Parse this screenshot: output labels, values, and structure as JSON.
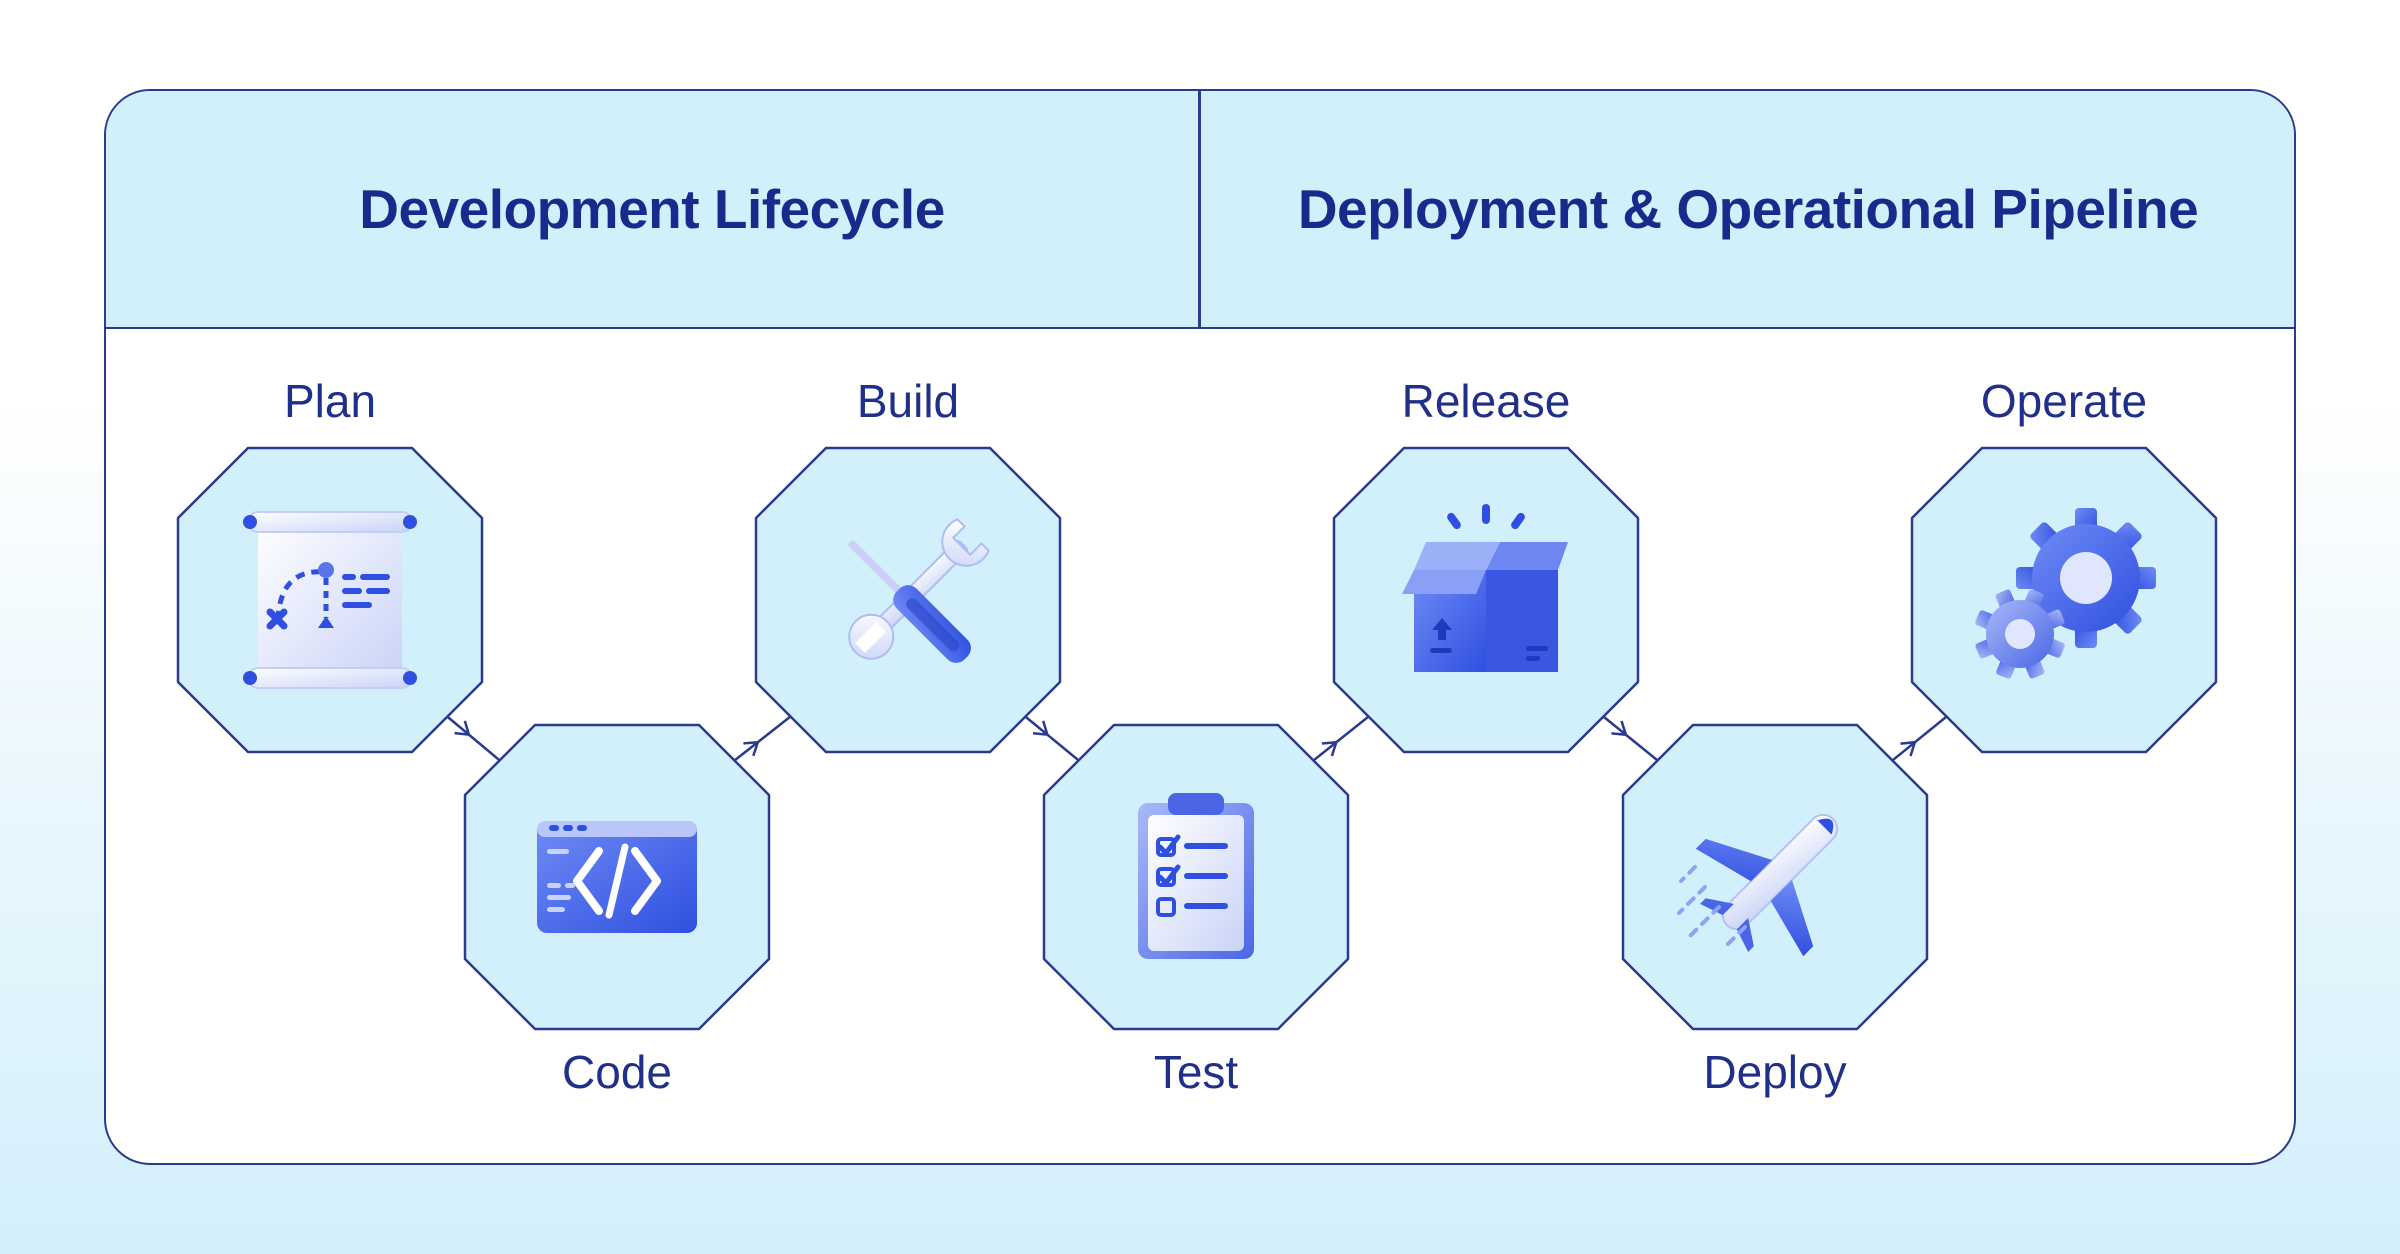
{
  "headers": {
    "left": "Development Lifecycle",
    "right": "Deployment & Operational Pipeline"
  },
  "stages": [
    {
      "label": "Plan",
      "icon": "roadmap-scroll-icon"
    },
    {
      "label": "Code",
      "icon": "code-window-icon"
    },
    {
      "label": "Build",
      "icon": "wrench-screwdriver-icon"
    },
    {
      "label": "Test",
      "icon": "checklist-clipboard-icon"
    },
    {
      "label": "Release",
      "icon": "package-box-icon"
    },
    {
      "label": "Deploy",
      "icon": "airplane-icon"
    },
    {
      "label": "Operate",
      "icon": "gears-icon"
    }
  ],
  "colors": {
    "border": "#2a3a8f",
    "header_bg": "#d2f0fb",
    "node_fill": "#d2f0fb",
    "title_text": "#1a2a8c",
    "icon_blue": "#3d5ee8"
  }
}
